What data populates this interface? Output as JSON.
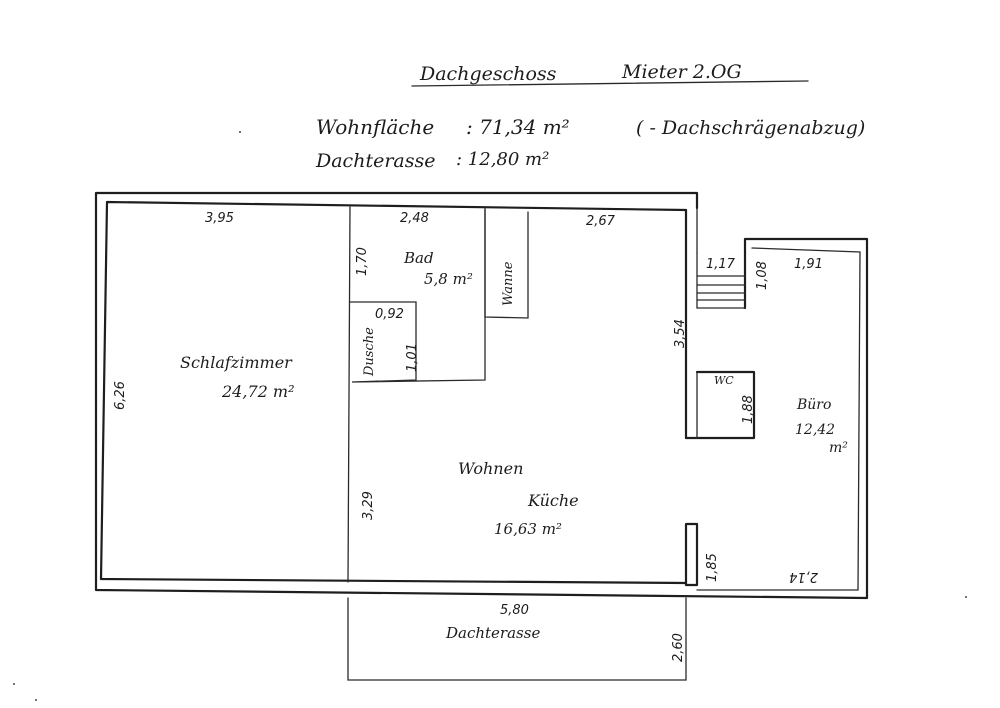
{
  "header": {
    "title": "Dachgeschoss",
    "subtitle": "Mieter 2.OG",
    "living_area_label": "Wohnfläche",
    "living_area_value": ": 71,34 m²",
    "living_area_note": "( - Dachschrägenabzug)",
    "terrace_label": "Dachterasse",
    "terrace_value": ": 12,80 m²"
  },
  "rooms": {
    "schlafzimmer": {
      "name": "Schlafzimmer",
      "area": "24,72 m²"
    },
    "bad": {
      "name": "Bad",
      "area": "5,8 m²"
    },
    "dusche": {
      "name": "Dusche"
    },
    "wanne": {
      "name": "Wanne"
    },
    "wc": {
      "name": "WC"
    },
    "buero": {
      "name": "Büro",
      "area_value": "12,42",
      "area_unit": "m²"
    },
    "wohnen_kueche": {
      "name_line1": "Wohnen",
      "name_line2": "Küche",
      "area": "16,63 m²"
    },
    "dachterrasse": {
      "name": "Dachterasse"
    }
  },
  "dimensions": {
    "d395": "3,95",
    "d248": "2,48",
    "d267": "2,67",
    "d170": "1,70",
    "d092": "0,92",
    "d101": "1,01",
    "d354": "3,54",
    "d117": "1,17",
    "d108": "1,08",
    "d191": "1,91",
    "d626": "6,26",
    "d329": "3,29",
    "d188": "1,88",
    "d185": "1,85",
    "d214": "2,14",
    "d580": "5,80",
    "d260": "2,60"
  }
}
